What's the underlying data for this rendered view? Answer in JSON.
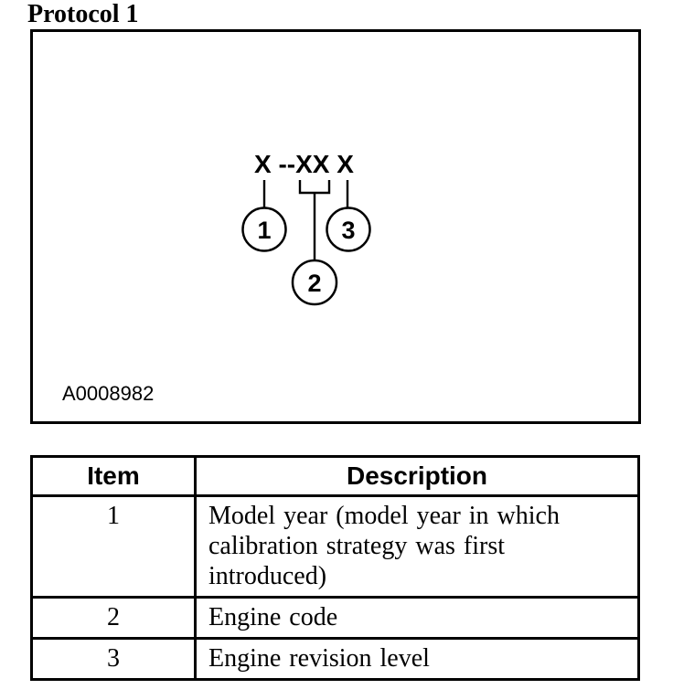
{
  "page": {
    "title": "Protocol 1"
  },
  "colors": {
    "ink": "#000000",
    "paper": "#ffffff"
  },
  "figure": {
    "code_text": "X --XX X",
    "callouts": [
      "1",
      "2",
      "3"
    ],
    "image_id": "A0008982"
  },
  "table": {
    "headers": [
      "Item",
      "Description"
    ],
    "rows": [
      {
        "item": "1",
        "description": "Model year (model year in which calibration strategy was first introduced)"
      },
      {
        "item": "2",
        "description": "Engine code"
      },
      {
        "item": "3",
        "description": "Engine revision level"
      }
    ]
  }
}
